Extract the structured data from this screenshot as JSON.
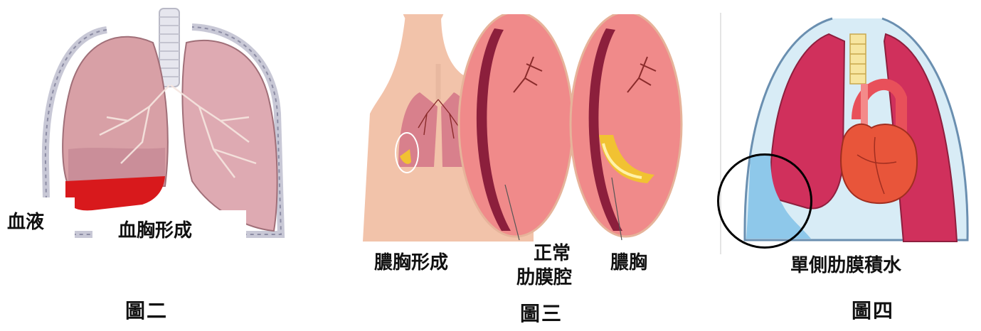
{
  "figures": [
    {
      "caption": "圖二",
      "labels": {
        "blood": "血液",
        "formation": "血胸形成"
      }
    },
    {
      "caption": "圖三",
      "labels": {
        "formation": "膿胸形成",
        "normal_line1": "正常",
        "normal_line2": "肋膜腔",
        "empyema": "膿胸"
      }
    },
    {
      "caption": "圖四",
      "labels": {
        "effusion": "單側肋膜積水"
      }
    }
  ],
  "colors": {
    "lung_fill": "#d8a0a6",
    "blood_red": "#d8191c",
    "lung_magenta": "#d0305c",
    "fluid_blue": "#8ec8ea",
    "pus_yellow": "#f1c232",
    "skin": "#f2c3aa"
  }
}
